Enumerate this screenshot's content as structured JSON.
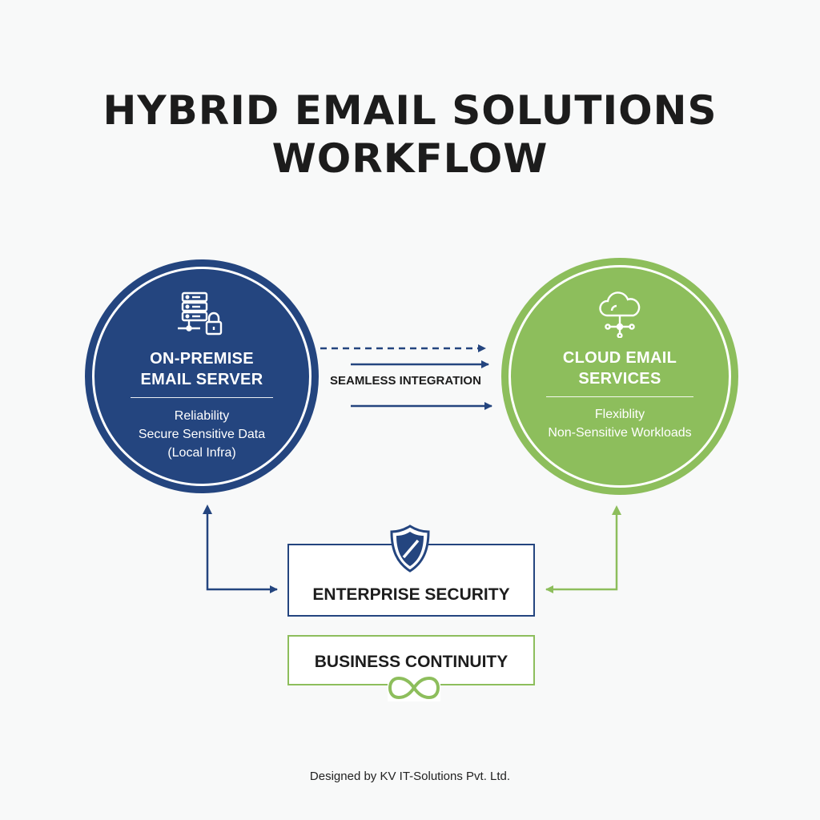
{
  "title": {
    "line1": "HYBRID EMAIL SOLUTIONS",
    "line2": "WORKFLOW"
  },
  "on_premise": {
    "heading_line1": "ON-PREMISE",
    "heading_line2": "EMAIL SERVER",
    "items": [
      "Reliability",
      "Secure Sensitive Data",
      "(Local Infra)"
    ],
    "icon": "server-lock-icon",
    "color": "#24457f"
  },
  "cloud": {
    "heading_line1": "CLOUD EMAIL",
    "heading_line2": "SERVICES",
    "items": [
      "Flexiblity",
      "Non-Sensitive Workloads"
    ],
    "icon": "cloud-network-icon",
    "color": "#8dbe5c"
  },
  "integration": {
    "label": "SEAMLESS INTEGRATION"
  },
  "security": {
    "label": "ENTERPRISE SECURITY",
    "icon": "shield-icon"
  },
  "continuity": {
    "label": "BUSINESS CONTINUITY",
    "icon": "infinity-icon"
  },
  "footer": {
    "credit": "Designed by KV IT-Solutions Pvt. Ltd."
  }
}
